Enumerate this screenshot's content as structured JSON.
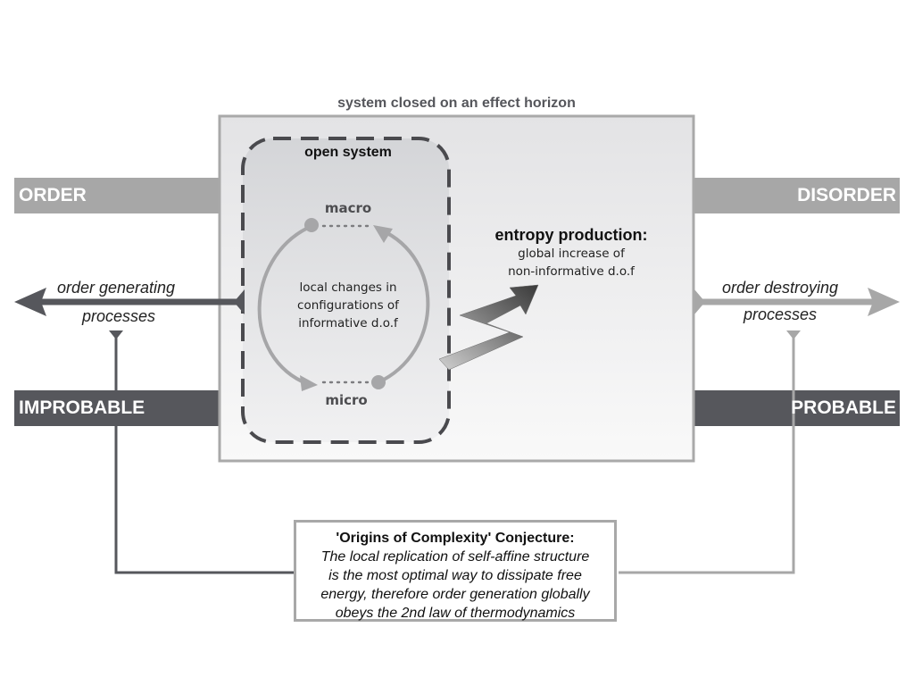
{
  "labels": {
    "outer_system": "system closed on an effect horizon",
    "open_system": "open system",
    "order": "ORDER",
    "disorder": "DISORDER",
    "improbable": "IMPROBABLE",
    "probable": "PROBABLE",
    "order_generating_1": "order generating",
    "order_generating_2": "processes",
    "order_destroying_1": "order destroying",
    "order_destroying_2": "processes",
    "macro": "macro",
    "micro": "micro",
    "cycle_1": "local changes in",
    "cycle_2": "configurations of",
    "cycle_3": "informative d.o.f",
    "entropy_title": "entropy production:",
    "entropy_1": "global increase of",
    "entropy_2": "non-informative d.o.f"
  },
  "conjecture": {
    "title": "'Origins of Complexity' Conjecture:",
    "lines": [
      "The local replication of self-affine structure",
      "is the most optimal way to dissipate free",
      "energy, therefore order generation globally",
      "obeys the 2nd law of thermodynamics"
    ]
  },
  "colors": {
    "light_band": "#a7a7a7",
    "dark_band": "#56575c",
    "box_border": "#a9a9a9",
    "dashed_border": "#4a4a4e"
  }
}
